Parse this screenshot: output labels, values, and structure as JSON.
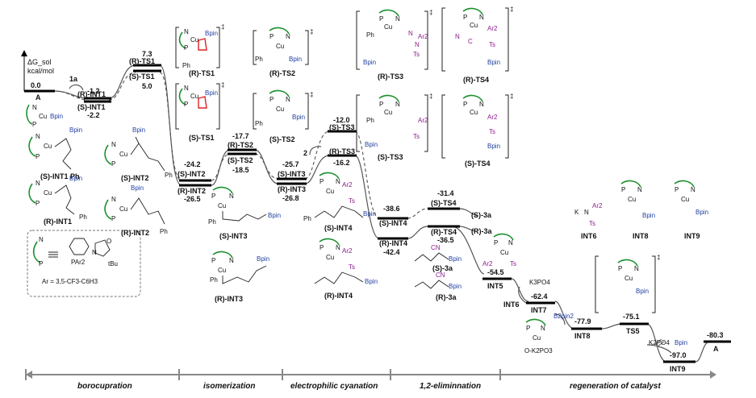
{
  "axis": {
    "label_line1": "ΔG_sol",
    "label_line2": "kcal/mol"
  },
  "reactant_tag": "1a",
  "reactant_tag2": "2",
  "legend": {
    "ar_definition": "Ar = 3,5-CF3-C6H3",
    "pa": "PAr2",
    "bu": "tBu",
    "n": "N",
    "o": "O"
  },
  "stages": [
    {
      "id": "borocupration",
      "label": "borocupration"
    },
    {
      "id": "isomerization",
      "label": "isomerization"
    },
    {
      "id": "cyanation",
      "label": "electrophilic cyanation"
    },
    {
      "id": "elimination",
      "label": "1,2-eliminnation"
    },
    {
      "id": "regeneration",
      "label": "regeneration of catalyst"
    }
  ],
  "levels": [
    {
      "id": "A",
      "energy": "0.0",
      "label": "A"
    },
    {
      "id": "R-INT1",
      "energy": "-1.2",
      "label": "(R)-INT1"
    },
    {
      "id": "S-INT1",
      "energy": "-2.2",
      "label": "(S)-INT1"
    },
    {
      "id": "R-TS1",
      "energy": "7.3",
      "label": "(R)-TS1"
    },
    {
      "id": "S-TS1",
      "energy": "5.0",
      "label": "(S)-TS1"
    },
    {
      "id": "S-INT2",
      "energy": "-24.2",
      "label": "(S)-INT2"
    },
    {
      "id": "R-INT2",
      "energy": "-26.5",
      "label": "(R)-INT2"
    },
    {
      "id": "R-TS2",
      "energy": "-17.7",
      "label": "(R)-TS2"
    },
    {
      "id": "S-TS2",
      "energy": "-18.5",
      "label": "(S)-TS2"
    },
    {
      "id": "S-INT3",
      "energy": "-25.7",
      "label": "(S)-INT3"
    },
    {
      "id": "R-INT3",
      "energy": "-26.8",
      "label": "(R)-INT3"
    },
    {
      "id": "S-TS3",
      "energy": "-12.0",
      "label": "(S)-TS3"
    },
    {
      "id": "R-TS3",
      "energy": "-16.2",
      "label": "(R)-TS3"
    },
    {
      "id": "S-INT4",
      "energy": "-38.6",
      "label": "(S)-INT4"
    },
    {
      "id": "R-INT4",
      "energy": "-42.4",
      "label": "(R)-INT4"
    },
    {
      "id": "S-TS4",
      "energy": "-31.4",
      "label": "(S)-TS4"
    },
    {
      "id": "R-TS4",
      "energy": "-36.5",
      "label": "(R)-TS4"
    },
    {
      "id": "INT5",
      "energy": "-54.5",
      "label": "INT5"
    },
    {
      "id": "INT7",
      "energy": "-62.4",
      "label": "INT7"
    },
    {
      "id": "INT8",
      "energy": "-77.9",
      "label": "INT8"
    },
    {
      "id": "TS5",
      "energy": "-75.1",
      "label": "TS5"
    },
    {
      "id": "INT9",
      "energy": "-97.0",
      "label": "INT9"
    },
    {
      "id": "A-end",
      "energy": "-80.3",
      "label": "A"
    }
  ],
  "products": {
    "s3a": "(S)-3a",
    "r3a": "(R)-3a",
    "s3a_struct": "(S)-3a",
    "r3a_struct": "(R)-3a",
    "int6_side": "INT6",
    "int6": "INT6",
    "int8": "INT8",
    "int9": "INT9",
    "k3po4": "K3PO4",
    "b2pin2": "B2pin2",
    "k2po4bpin": "K2PO4",
    "ok2po3": "O-K2PO3",
    "bpin": "Bpin",
    "cn": "CN",
    "ts": "Ts",
    "ar2": "Ar2",
    "k": "K"
  },
  "structures": {
    "R-TS1": "(R)-TS1",
    "S-TS1": "(S)-TS1",
    "R-TS2": "(R)-TS2",
    "S-TS2": "(S)-TS2",
    "R-TS3": "(R)-TS3",
    "S-TS3": "(S)-TS3",
    "R-TS4": "(R)-TS4",
    "S-TS4": "(S)-TS4",
    "S-INT1": "(S)-INT1 Ph",
    "R-INT1": "(R)-INT1",
    "S-INT2": "(S)-INT2",
    "R-INT2": "(R)-INT2",
    "S-INT3": "(S)-INT3",
    "R-INT3": "(R)-INT3",
    "S-INT4": "(S)-INT4",
    "R-INT4": "(R)-INT4"
  },
  "atoms": {
    "cu": "Cu",
    "p": "P",
    "n": "N",
    "b": "B",
    "ph": "Ph",
    "c": "C",
    "ts_dagger": "‡"
  }
}
